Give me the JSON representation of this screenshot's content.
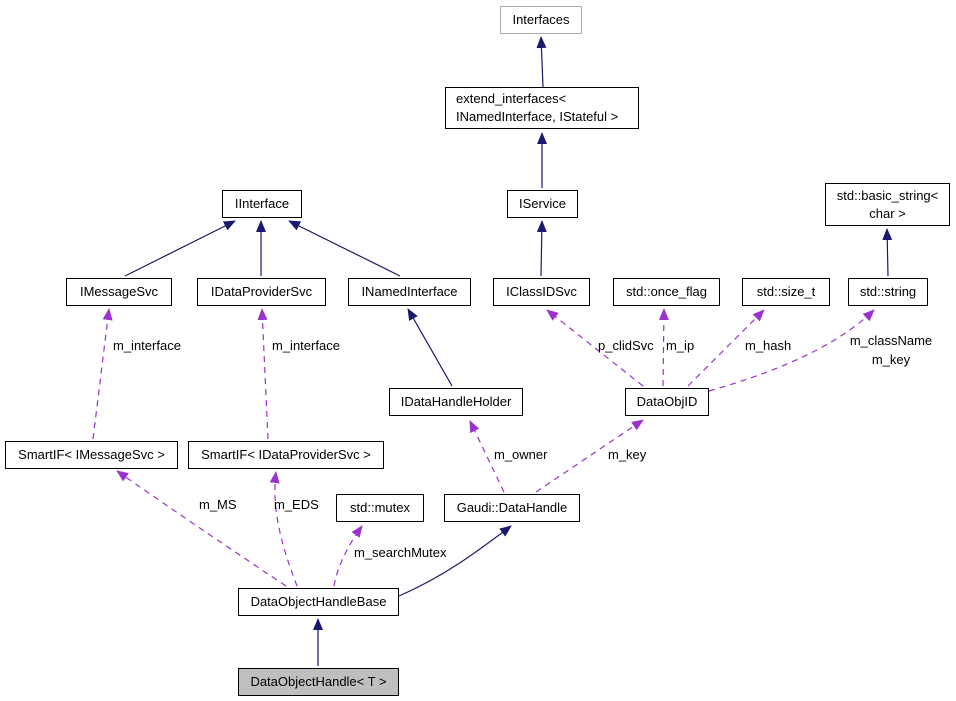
{
  "diagram": {
    "nodes": {
      "interfaces": {
        "label": "Interfaces"
      },
      "extend_interfaces": {
        "line1": "extend_interfaces<",
        "line2": "INamedInterface, IStateful >"
      },
      "iservice": {
        "label": "IService"
      },
      "iinterface": {
        "label": "IInterface"
      },
      "basic_string": {
        "line1": "std::basic_string<",
        "line2": "char >"
      },
      "imessagesvc": {
        "label": "IMessageSvc"
      },
      "idataprovidersvc": {
        "label": "IDataProviderSvc"
      },
      "inamedinterface": {
        "label": "INamedInterface"
      },
      "iclassidsvc": {
        "label": "IClassIDSvc"
      },
      "once_flag": {
        "label": "std::once_flag"
      },
      "size_t": {
        "label": "std::size_t"
      },
      "string": {
        "label": "std::string"
      },
      "idatahandleholder": {
        "label": "IDataHandleHolder"
      },
      "dataobjid": {
        "label": "DataObjID"
      },
      "smartif_imessagesvc": {
        "label": "SmartIF< IMessageSvc >"
      },
      "smartif_idataprovidersvc": {
        "label": "SmartIF< IDataProviderSvc >"
      },
      "mutex": {
        "label": "std::mutex"
      },
      "gaudi_datahandle": {
        "label": "Gaudi::DataHandle"
      },
      "dataobjecthandlebase": {
        "label": "DataObjectHandleBase"
      },
      "dataobjecthandle_t": {
        "label": "DataObjectHandle< T >"
      }
    },
    "edge_labels": {
      "m_interface_ms": "m_interface",
      "m_interface_eds": "m_interface",
      "p_clidsvc": "p_clidSvc",
      "m_ip": "m_ip",
      "m_hash": "m_hash",
      "m_classname": "m_className",
      "m_key_string": "m_key",
      "m_owner": "m_owner",
      "m_key_objid": "m_key",
      "m_ms": "m_MS",
      "m_eds": "m_EDS",
      "m_searchmutex": "m_searchMutex"
    },
    "colors": {
      "inheritance_edge": "#191970",
      "usage_edge": "#9a32cd",
      "node_border": "#000000",
      "root_node_border": "#ababab",
      "selected_node_fill": "#bfbfbf",
      "node_fill": "#ffffff"
    }
  }
}
